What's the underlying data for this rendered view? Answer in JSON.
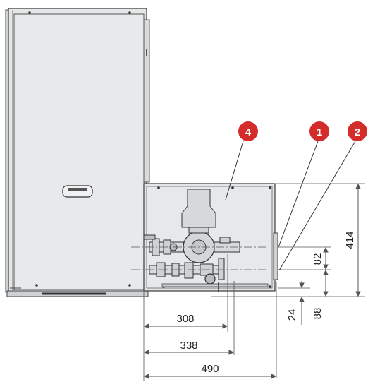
{
  "callouts": [
    {
      "label": "4",
      "name": "callout-4"
    },
    {
      "label": "1",
      "name": "callout-1"
    },
    {
      "label": "2",
      "name": "callout-2"
    }
  ],
  "dimensions": {
    "d308": "308",
    "d338": "338",
    "d490": "490",
    "d414": "414",
    "d82": "82",
    "d24": "24",
    "d88": "88"
  },
  "colors": {
    "callout": "#d42b2b",
    "cabinet_fill": "#e4e6e8",
    "outline": "#3a3a3a",
    "dimension_line": "#555555"
  }
}
